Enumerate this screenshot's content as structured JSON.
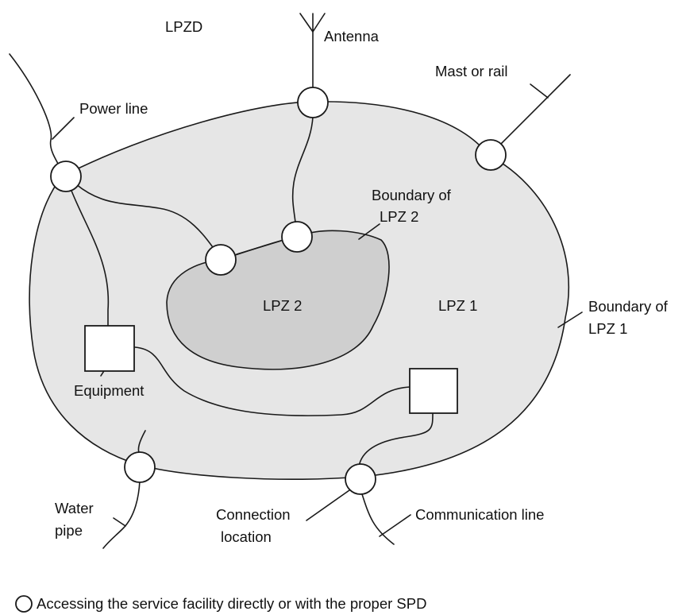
{
  "labels": {
    "lpzd": "LPZD",
    "antenna": "Antenna",
    "mast": "Mast or rail",
    "power_line": "Power line",
    "boundary_lpz2_line1": "Boundary of",
    "boundary_lpz2_line2": "LPZ 2",
    "lpz2": "LPZ 2",
    "lpz1": "LPZ 1",
    "boundary_lpz1_line1": "Boundary of",
    "boundary_lpz1_line2": "LPZ 1",
    "equipment": "Equipment",
    "water_line1": "Water",
    "water_line2": "pipe",
    "connection_line1": "Connection",
    "connection_line2": "location",
    "communication": "Communication line"
  },
  "legend": {
    "text": "Accessing the service facility directly or with the proper SPD"
  },
  "colors": {
    "lpz1_fill": "#e6e6e6",
    "lpz2_fill": "#cfcfcf",
    "stroke": "#1a1a1a"
  }
}
